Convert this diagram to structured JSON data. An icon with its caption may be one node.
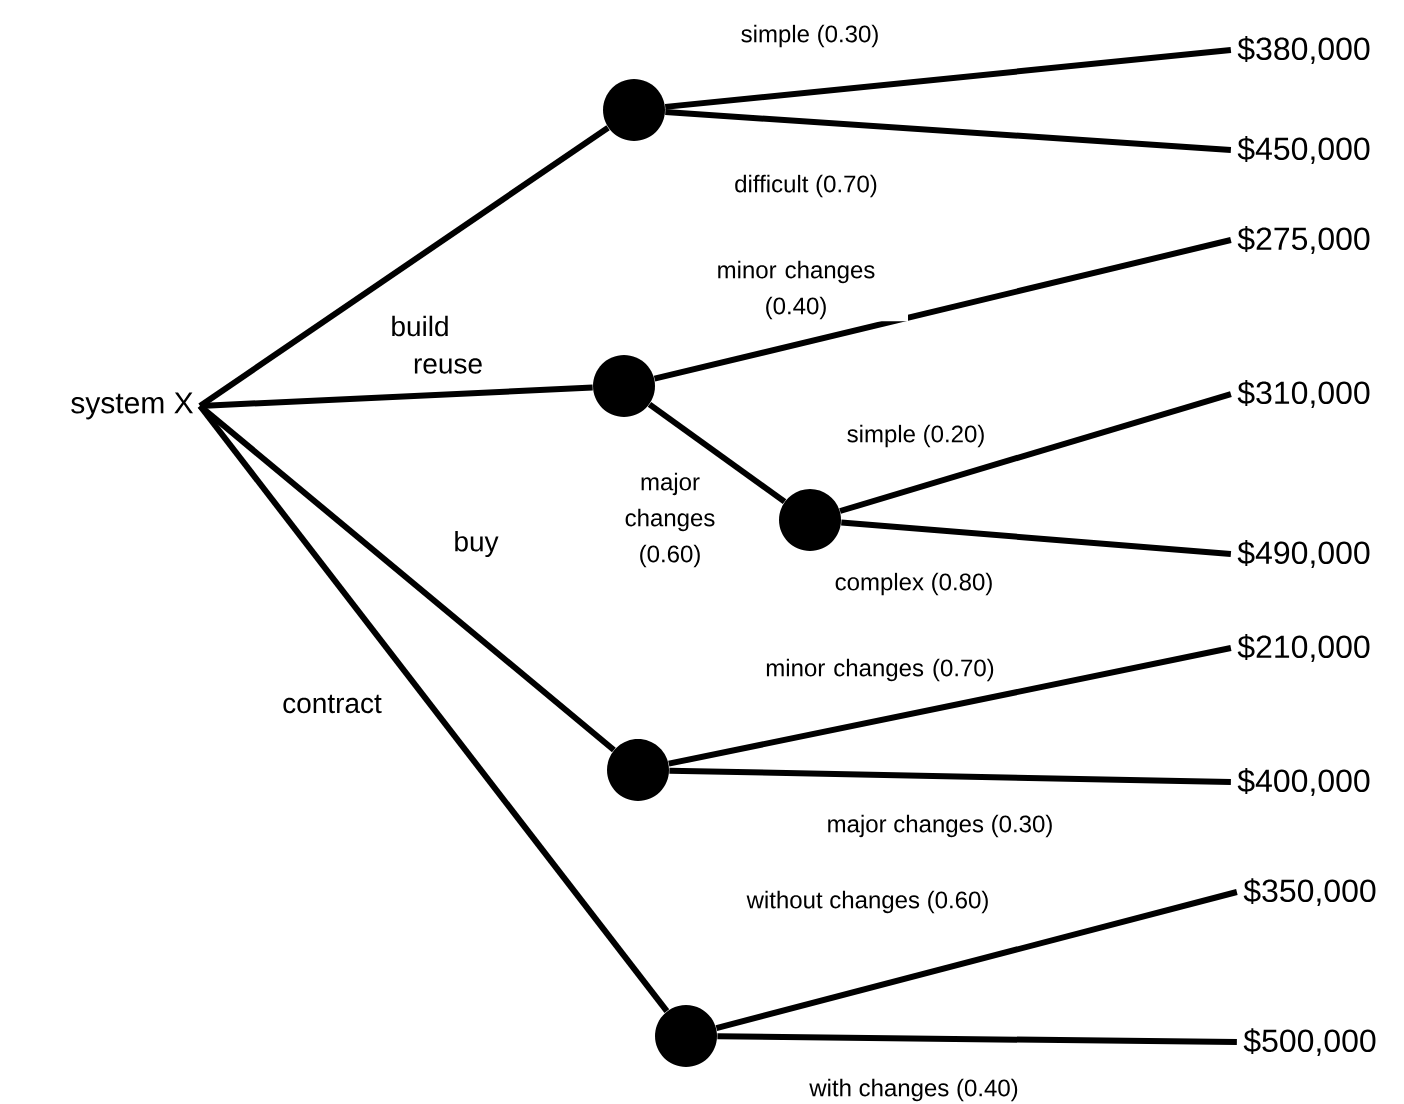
{
  "diagram": {
    "nodes": [
      {
        "text": [
          "system X"
        ]
      },
      {
        "text": [],
        "shape": "circle"
      },
      {
        "text": [
          "$380,000"
        ]
      },
      {
        "text": [
          "$450,000"
        ]
      },
      {
        "text": [],
        "shape": "circle"
      },
      {
        "text": [
          "$275,000"
        ]
      },
      {
        "text": [],
        "shape": "circle"
      },
      {
        "text": [
          "$310,000"
        ]
      },
      {
        "text": [
          "$490,000"
        ]
      },
      {
        "text": [],
        "shape": "circle"
      },
      {
        "text": [
          "$210,000"
        ]
      },
      {
        "text": [
          "$400,000"
        ]
      },
      {
        "text": [],
        "shape": "circle"
      },
      {
        "text": [
          "$350,000"
        ]
      },
      {
        "text": [
          "$500,000"
        ]
      }
    ],
    "edges": [
      {
        "from": 0,
        "to": 1,
        "arrow": "none",
        "label": "build"
      },
      {
        "from": 1,
        "to": 2,
        "arrow": "none",
        "label": "simple (0.30)"
      },
      {
        "from": 1,
        "to": 3,
        "arrow": "none",
        "label": "difficult (0.70)"
      },
      {
        "from": 0,
        "to": 4,
        "arrow": "none",
        "label": "reuse"
      },
      {
        "from": 4,
        "to": 5,
        "arrow": "none",
        "label": "minor changes (0.40)"
      },
      {
        "from": 4,
        "to": 6,
        "arrow": "none",
        "label": "major changes (0.60)"
      },
      {
        "from": 6,
        "to": 7,
        "arrow": "none",
        "label": "simple (0.20)"
      },
      {
        "from": 6,
        "to": 8,
        "arrow": "none",
        "label": "complex (0.80)"
      },
      {
        "from": 0,
        "to": 9,
        "arrow": "none",
        "label": "buy"
      },
      {
        "from": 9,
        "to": 10,
        "arrow": "none",
        "label": "minor changes (0.70)"
      },
      {
        "from": 9,
        "to": 11,
        "arrow": "none",
        "label": "major changes (0.30)"
      },
      {
        "from": 0,
        "to": 12,
        "arrow": "none",
        "label": "contract"
      },
      {
        "from": 12,
        "to": 13,
        "arrow": "none",
        "label": "without changes (0.60)"
      },
      {
        "from": 12,
        "to": 14,
        "arrow": "none",
        "label": "with changes (0.40)"
      }
    ]
  }
}
